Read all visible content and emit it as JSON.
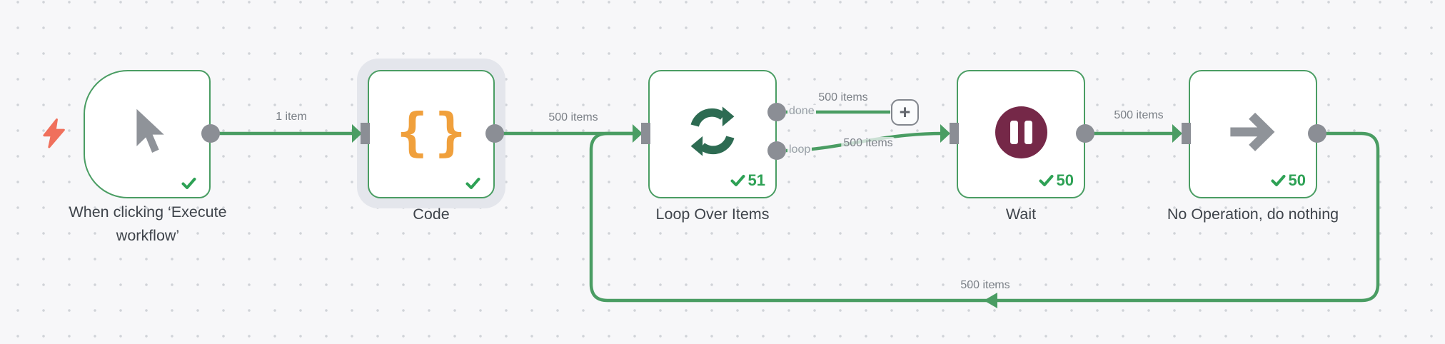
{
  "workflow": {
    "nodes": [
      {
        "id": "when-clicking-execute-workflow",
        "type": "manual-trigger",
        "title": "When clicking ‘Execute workflow’",
        "icon": "mouse-cursor-icon",
        "status": "success",
        "status_count": "",
        "selected": false
      },
      {
        "id": "code",
        "type": "code",
        "title": "Code",
        "icon": "curly-braces-icon",
        "status": "success",
        "status_count": "",
        "selected": true
      },
      {
        "id": "loop-over-items",
        "type": "split-in-batches",
        "title": "Loop Over Items",
        "icon": "refresh-loop-icon",
        "status": "success",
        "status_count": "51",
        "selected": false,
        "output_labels": [
          "done",
          "loop"
        ]
      },
      {
        "id": "wait",
        "type": "wait",
        "title": "Wait",
        "icon": "pause-icon",
        "status": "success",
        "status_count": "50",
        "selected": false
      },
      {
        "id": "no-operation",
        "type": "no-op",
        "title": "No Operation, do nothing",
        "icon": "arrow-right-icon",
        "status": "success",
        "status_count": "50",
        "selected": false
      }
    ],
    "connections": [
      {
        "from": "when-clicking-execute-workflow",
        "to": "code",
        "label": "1 item"
      },
      {
        "from": "code",
        "to": "loop-over-items",
        "label": "500 items"
      },
      {
        "from": "loop-over-items:done",
        "to": "add-node-button",
        "label": "500 items"
      },
      {
        "from": "loop-over-items:loop",
        "to": "wait",
        "label": "500 items"
      },
      {
        "from": "wait",
        "to": "no-operation",
        "label": "500 items"
      },
      {
        "from": "no-operation",
        "to": "loop-over-items",
        "label": "500 items"
      }
    ],
    "add_node_button_label": "+"
  },
  "colors": {
    "canvas_bg": "#f7f7f9",
    "grid_dot": "#d0d3d8",
    "connection_green": "#4a9d63",
    "node_border_green": "#4a9d63",
    "success_green": "#2ea155",
    "connector_gray": "#8b8e95",
    "icon_gray": "#8f9399",
    "loop_icon_green": "#2d6b52",
    "wait_maroon": "#752848",
    "code_orange": "#f0a03c",
    "trigger_bolt_coral": "#f0705c",
    "selection_halo": "#e4e6ec"
  }
}
